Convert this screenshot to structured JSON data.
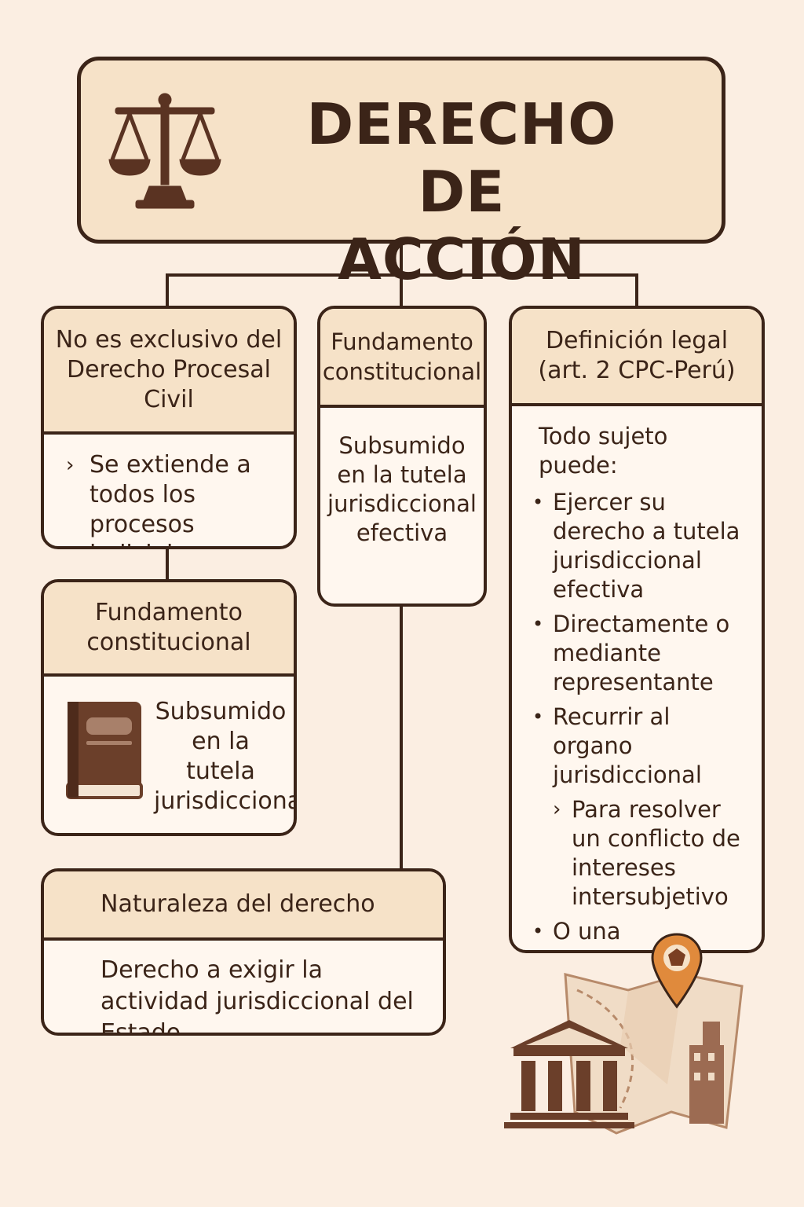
{
  "title": {
    "line1": "DERECHO DE",
    "line2": "ACCIÓN"
  },
  "box_exclusivo": {
    "heading": "No es exclusivo del Derecho Procesal Civil",
    "item": "Se extiende a todos los procesos judiciales"
  },
  "box_fundamento_mid": {
    "heading": "Fundamento constitucional",
    "text": "Subsumido en la tutela jurisdiccional efectiva"
  },
  "box_definicion": {
    "heading_line1": "Definición legal",
    "heading_line2": "(art. 2 CPC-Perú)",
    "intro": "Todo sujeto puede:",
    "bullet1": "Ejercer su derecho a tutela jurisdiccional efectiva",
    "bullet2": "Directamente o mediante representante",
    "bullet3": "Recurrir al organo jurisdiccional",
    "sub_item": "Para resolver un conflicto de intereses intersubjetivo",
    "bullet4": "O una incertidumbre juridica"
  },
  "box_fundamento_left": {
    "heading": "Fundamento constitucional",
    "text": "Subsumido en la tutela jurisdiccional"
  },
  "box_naturaleza": {
    "heading": "Naturaleza del derecho",
    "text": "Derecho a exigir la actividad jurisdiccional del Estado"
  },
  "colors": {
    "background": "#fbeee2",
    "header_fill": "#f6e2c8",
    "outline": "#3b2418",
    "accent_pin": "#e08a3c"
  },
  "icons": [
    "scale-icon",
    "book-icon",
    "courthouse-icon",
    "map-icon",
    "location-pin-icon"
  ]
}
